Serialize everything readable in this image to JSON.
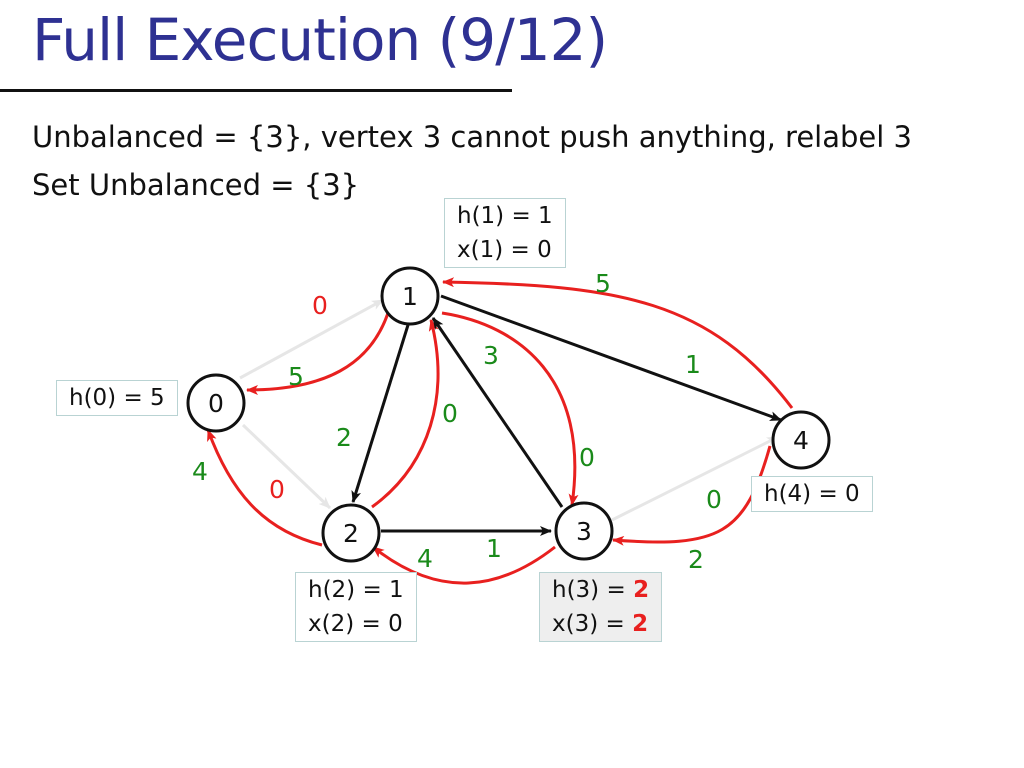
{
  "slide": {
    "title": "Full Execution (9/12)",
    "lines": [
      "Unbalanced = {3}, vertex 3 cannot push anything, relabel 3",
      "Set Unbalanced = {3}"
    ]
  },
  "colors": {
    "title": "#2e3192",
    "black_edge": "#111111",
    "residual_edge": "#e8201f",
    "faded_edge": "#e6e6e6",
    "capacity_label": "#1a8a1a",
    "residual_label": "#e8201f",
    "highlight": "#e8201f"
  },
  "graph": {
    "nodes": [
      {
        "id": "0",
        "label": "0"
      },
      {
        "id": "1",
        "label": "1"
      },
      {
        "id": "2",
        "label": "2"
      },
      {
        "id": "3",
        "label": "3"
      },
      {
        "id": "4",
        "label": "4"
      }
    ],
    "edges": [
      {
        "from": "1",
        "to": "2",
        "style": "black",
        "label": "2"
      },
      {
        "from": "1",
        "to": "4",
        "style": "black",
        "label": "1"
      },
      {
        "from": "3",
        "to": "1",
        "style": "black",
        "label": "3"
      },
      {
        "from": "2",
        "to": "3",
        "style": "black",
        "label": "1"
      },
      {
        "from": "0",
        "to": "1",
        "style": "faded",
        "label": "0"
      },
      {
        "from": "0",
        "to": "2",
        "style": "faded",
        "label": "0"
      },
      {
        "from": "3",
        "to": "4",
        "style": "faded",
        "label": "0"
      },
      {
        "from": "1",
        "to": "0",
        "style": "red",
        "label": "5"
      },
      {
        "from": "2",
        "to": "0",
        "style": "red",
        "label": "4"
      },
      {
        "from": "2",
        "to": "1",
        "style": "red",
        "label": "0"
      },
      {
        "from": "1",
        "to": "3",
        "style": "red",
        "label": "0"
      },
      {
        "from": "4",
        "to": "1",
        "style": "red",
        "label": "5"
      },
      {
        "from": "3",
        "to": "2",
        "style": "red",
        "label": "4"
      },
      {
        "from": "4",
        "to": "3",
        "style": "red",
        "label": "2"
      }
    ]
  },
  "boxes": {
    "b0": {
      "lines": [
        "h(0) = 5"
      ]
    },
    "b1": {
      "lines": [
        "h(1) = 1",
        "x(1) = 0"
      ]
    },
    "b2": {
      "lines": [
        "h(2) = 1",
        "x(2) = 0"
      ]
    },
    "b3": {
      "prefix": [
        "h(3) = ",
        "x(3) = "
      ],
      "values": [
        "2",
        "2"
      ]
    },
    "b4": {
      "lines": [
        "h(4) = 0"
      ]
    }
  }
}
